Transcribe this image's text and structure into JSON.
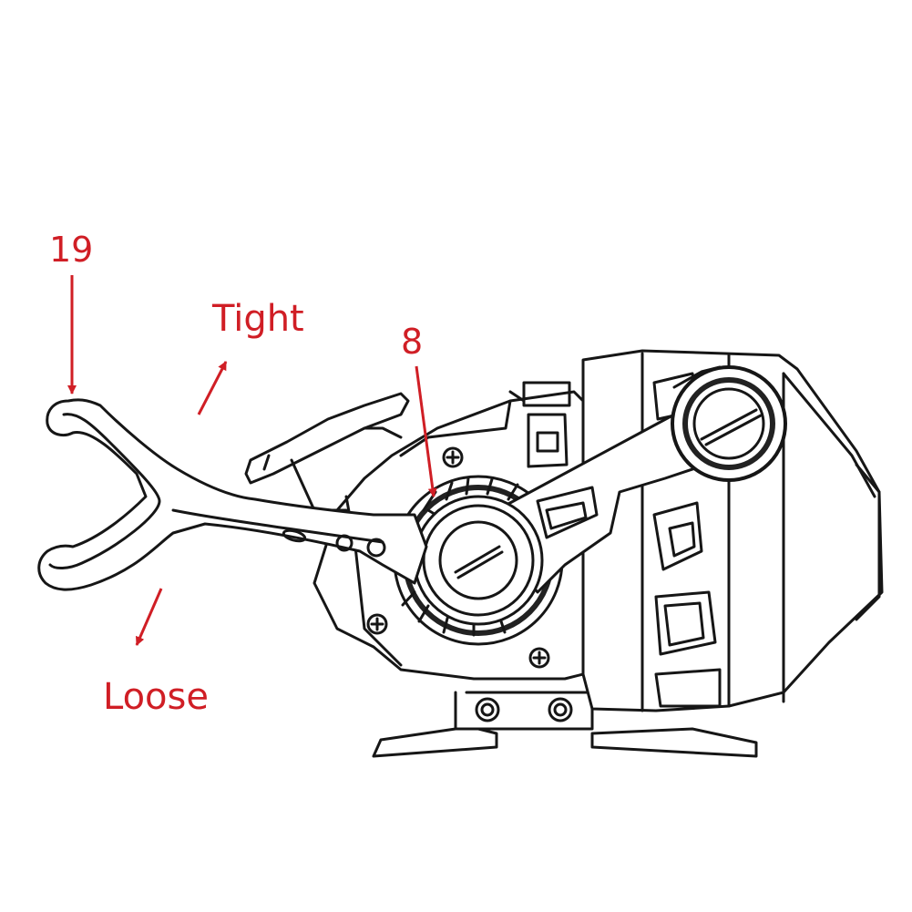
{
  "colors": {
    "annotation": "#d01e25",
    "line_art": "#161616",
    "background": "#ffffff"
  },
  "labels": {
    "part_19": "19",
    "part_8": "8",
    "tight": "Tight",
    "loose": "Loose"
  }
}
